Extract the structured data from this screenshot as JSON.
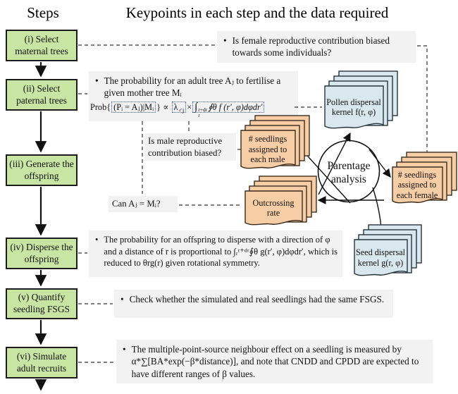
{
  "headers": {
    "steps": "Steps",
    "keypoints": "Keypoints in each step and the data required"
  },
  "steps": [
    {
      "label": "(i) Select maternal trees"
    },
    {
      "label": "(ii) Select paternal trees"
    },
    {
      "label": "(iii) Generate the offspring"
    },
    {
      "label": "(iv) Disperse the offspring"
    },
    {
      "label": "(v) Quantify seedling FSGS"
    },
    {
      "label": "(vi) Simulate adult recruits"
    }
  ],
  "keypoints": {
    "bullet": "•",
    "kp1": "Is female reproductive contribution biased towards some individuals?",
    "kp2_intro": "The probability for an adult tree Aⱼ to fertilise a given mother tree Mᵢ",
    "kp4": "The probability for an offspring to disperse with a direction of φ and a distance of r is proportional to ∫ᵣʳ⁺ᵈʳ∮θ g(r′, φ)dφdr′, which is reduced to θrg(r) given rotational symmetry.",
    "kp5": "Check whether the simulated and real seedlings had the same FSGS.",
    "kp6": "The multiple-point-source neighbour effect on a seedling is measured by α*∑[BA*exp(−β*distance)], and note that CNDD and CPDD are expected to have different ranges of β values."
  },
  "formula": {
    "prefix": "Prob{",
    "box1": "(Pᵢ = Aⱼ)|Mᵢ",
    "close1": "} ∝",
    "lambda": "λ",
    "lambda_sub": "♂j",
    "times": "×",
    "int_sign": "∫",
    "int_sup": "r+dr",
    "int_sub": "r",
    "int_body": "∮θ f (r′, φ)dφdr′"
  },
  "questions": {
    "male": "Is male reproductive contribution biased?",
    "can": "Can Aⱼ = Mᵢ?"
  },
  "hub": {
    "label": "Parentage analysis"
  },
  "stacks": {
    "pollen": {
      "label": "Pollen dispersal kernel f(r, φ)"
    },
    "male_seedlings": {
      "label": "# seedlings assigned to each male"
    },
    "female_seedlings": {
      "label": "# seedlings assigned to each female"
    },
    "outcrossing": {
      "label": "Outcrossing rate"
    },
    "seed": {
      "label": "Seed dispersal kernel g(r, φ)"
    }
  },
  "colors": {
    "step_fill": "#c9e5a4",
    "data_orange": "#f7cda6",
    "data_blue": "#d9e7ee",
    "note_grey": "#f2f2f2",
    "dotted_box_blue": "#3a66ad",
    "line_black": "#111111"
  }
}
